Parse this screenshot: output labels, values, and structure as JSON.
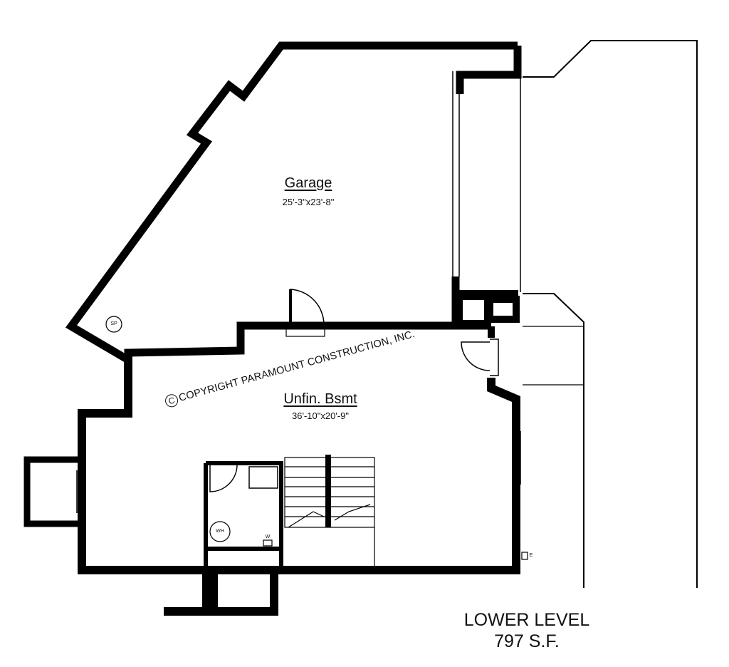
{
  "rooms": {
    "garage": {
      "name": "Garage",
      "dimensions": "25'-3\"x23'-8\""
    },
    "basement": {
      "name": "Unfin. Bsmt",
      "dimensions": "36'-10\"x20'-9\""
    }
  },
  "fixtures": {
    "sump_pump": "SP",
    "water_heater": "WH",
    "panel_a": "W",
    "panel_b": "E"
  },
  "copyright": {
    "symbol": "C",
    "text": "COPYRIGHT PARAMOUNT CONSTRUCTION, INC."
  },
  "level": {
    "name": "LOWER LEVEL",
    "area": "797 S.F."
  }
}
